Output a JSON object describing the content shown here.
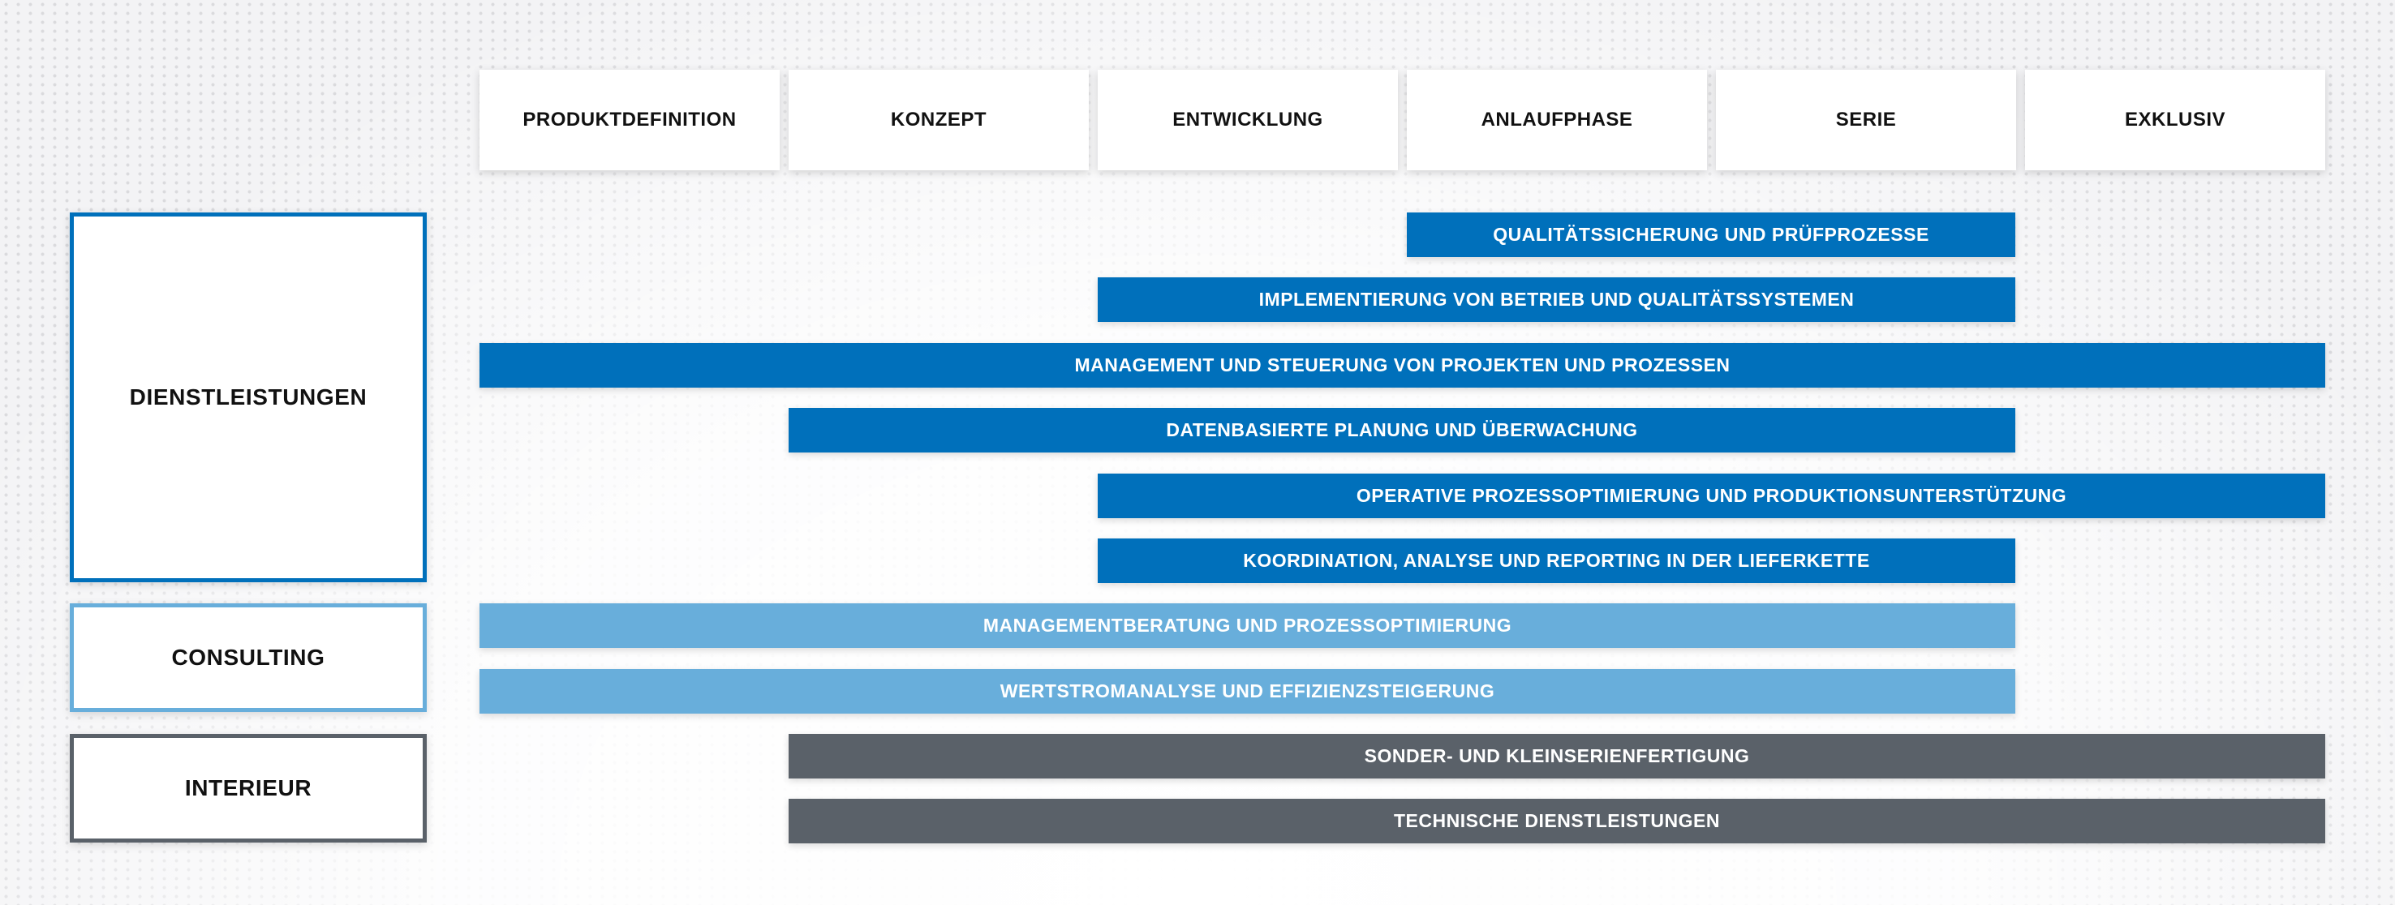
{
  "phases": [
    "PRODUKTDEFINITION",
    "KONZEPT",
    "ENTWICKLUNG",
    "ANLAUFPHASE",
    "SERIE",
    "EXKLUSIV"
  ],
  "categories": [
    {
      "label": "DIENSTLEISTUNGEN",
      "color": "#0070bb"
    },
    {
      "label": "CONSULTING",
      "color": "#68aedb"
    },
    {
      "label": "INTERIEUR",
      "color": "#5a6169"
    }
  ],
  "bars": [
    {
      "label": "QUALITÄTSSICHERUNG UND PRÜFPROZESSE",
      "category": "DIENSTLEISTUNGEN",
      "start_phase": "ANLAUFPHASE",
      "end_phase": "SERIE"
    },
    {
      "label": "IMPLEMENTIERUNG VON BETRIEB UND QUALITÄTSSYSTEMEN",
      "category": "DIENSTLEISTUNGEN",
      "start_phase": "ENTWICKLUNG",
      "end_phase": "SERIE"
    },
    {
      "label": "MANAGEMENT UND STEUERUNG VON PROJEKTEN UND PROZESSEN",
      "category": "DIENSTLEISTUNGEN",
      "start_phase": "PRODUKTDEFINITION",
      "end_phase": "EXKLUSIV"
    },
    {
      "label": "DATENBASIERTE PLANUNG UND ÜBERWACHUNG",
      "category": "DIENSTLEISTUNGEN",
      "start_phase": "KONZEPT",
      "end_phase": "SERIE"
    },
    {
      "label": "OPERATIVE PROZESSOPTIMIERUNG UND PRODUKTIONSUNTERSTÜTZUNG",
      "category": "DIENSTLEISTUNGEN",
      "start_phase": "ENTWICKLUNG",
      "end_phase": "EXKLUSIV"
    },
    {
      "label": "KOORDINATION, ANALYSE UND REPORTING IN DER LIEFERKETTE",
      "category": "DIENSTLEISTUNGEN",
      "start_phase": "ENTWICKLUNG",
      "end_phase": "SERIE"
    },
    {
      "label": "MANAGEMENTBERATUNG UND PROZESSOPTIMIERUNG",
      "category": "CONSULTING",
      "start_phase": "PRODUKTDEFINITION",
      "end_phase": "SERIE"
    },
    {
      "label": "WERTSTROMANALYSE UND EFFIZIENZSTEIGERUNG",
      "category": "CONSULTING",
      "start_phase": "PRODUKTDEFINITION",
      "end_phase": "SERIE"
    },
    {
      "label": "SONDER- UND KLEINSERIENFERTIGUNG",
      "category": "INTERIEUR",
      "start_phase": "KONZEPT",
      "end_phase": "EXKLUSIV"
    },
    {
      "label": "TECHNISCHE DIENSTLEISTUNGEN",
      "category": "INTERIEUR",
      "start_phase": "KONZEPT",
      "end_phase": "EXKLUSIV"
    }
  ]
}
